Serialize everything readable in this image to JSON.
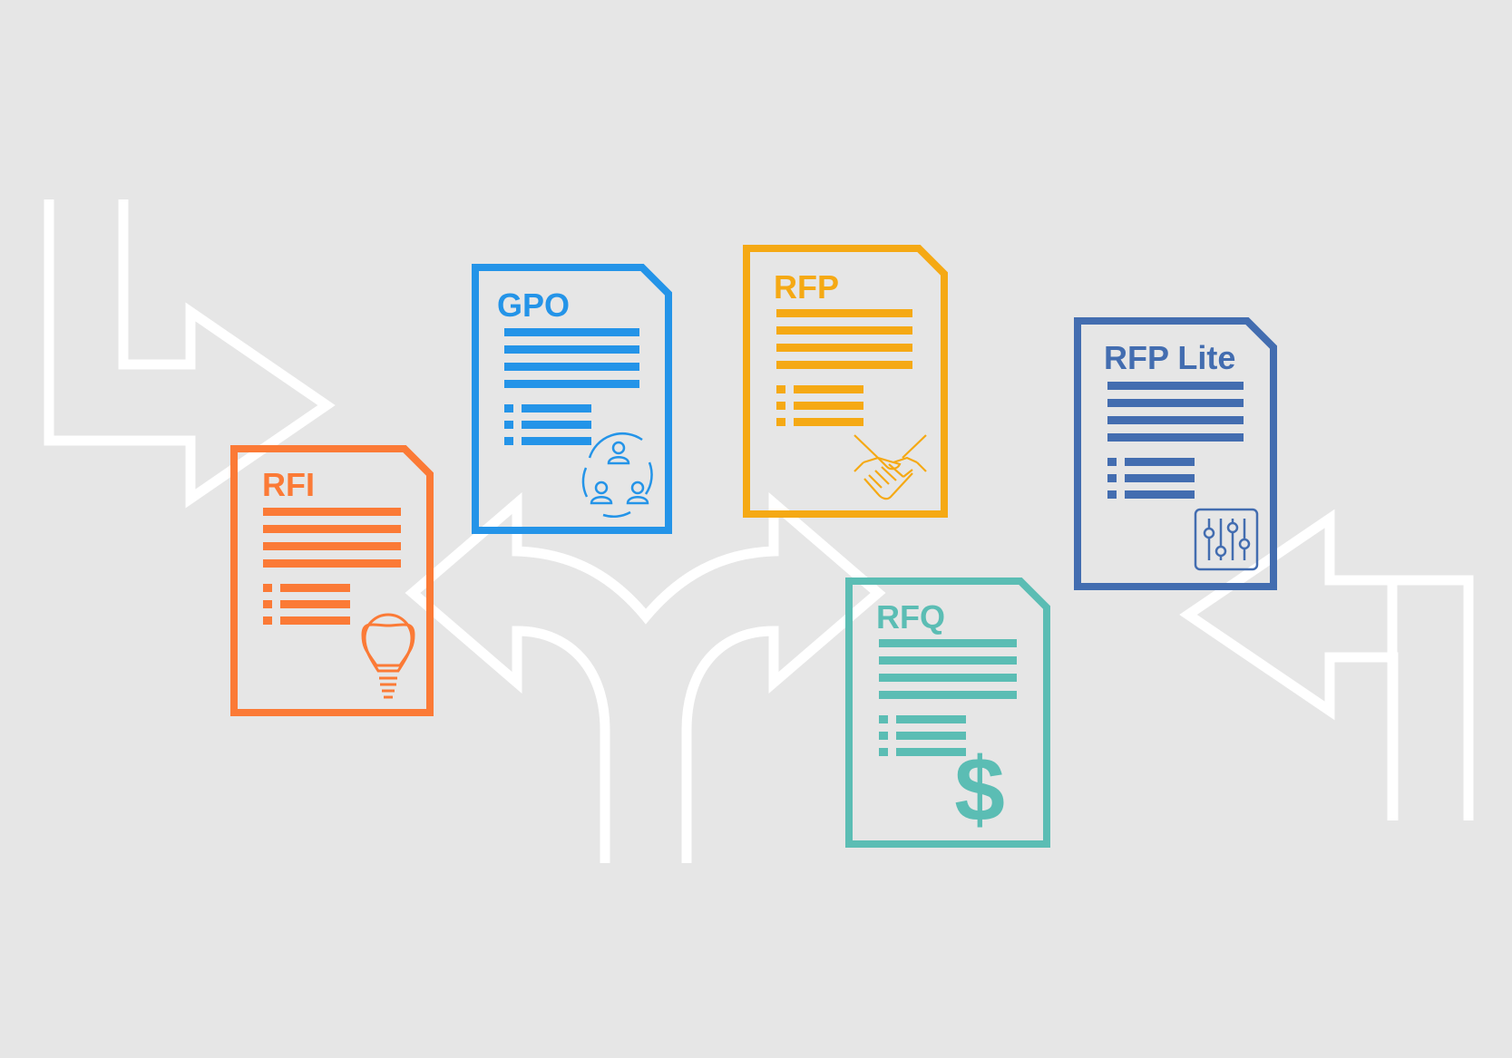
{
  "background_color": "#e6e6e6",
  "arrow_color": "#ffffff",
  "documents": [
    {
      "key": "rfi",
      "title": "RFI",
      "color": "#fb7a36",
      "icon": "lightbulb-icon"
    },
    {
      "key": "gpo",
      "title": "GPO",
      "color": "#2494e8",
      "icon": "people-group-icon"
    },
    {
      "key": "rfp",
      "title": "RFP",
      "color": "#f5a914",
      "icon": "handshake-icon"
    },
    {
      "key": "rfq",
      "title": "RFQ",
      "color": "#5bbdb4",
      "icon": "dollar-icon"
    },
    {
      "key": "rfp-lite",
      "title": "RFP Lite",
      "color": "#436db0",
      "icon": "sliders-icon"
    }
  ],
  "icons": {
    "dollar_glyph": "$"
  }
}
